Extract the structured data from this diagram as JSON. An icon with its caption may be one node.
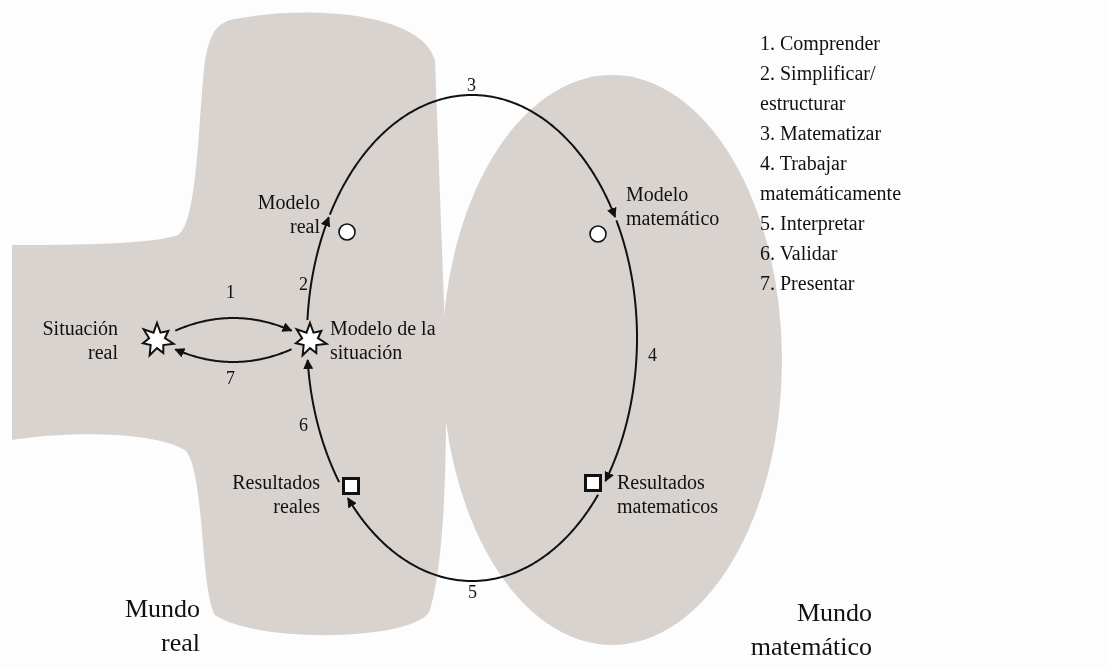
{
  "diagram": {
    "nodes": [
      {
        "text": [
          "Mundo real"
        ]
      },
      {
        "text": [],
        "shape": "star",
        "in": 0,
        "beside": [
          "Situación real"
        ]
      },
      {
        "text": [],
        "shape": "star",
        "in": 0,
        "beside": [
          "Modelo de la situación"
        ]
      },
      {
        "text": [],
        "shape": "circle",
        "in": 0,
        "beside": [
          "Modelo real"
        ]
      },
      {
        "text": [],
        "shape": "box",
        "in": 0,
        "beside": [
          "Resultados reales"
        ]
      },
      {
        "text": [
          "Mundo matemático"
        ]
      },
      {
        "text": [],
        "shape": "circle",
        "in": 5,
        "beside": [
          "Modelo matemático"
        ]
      },
      {
        "text": [],
        "shape": "box",
        "in": 5,
        "beside": [
          "Resultados matematicos"
        ]
      }
    ],
    "edges": [
      {
        "from": 1,
        "to": 2,
        "arrow": "to",
        "label": "1"
      },
      {
        "from": 2,
        "to": 3,
        "arrow": "to",
        "label": "2"
      },
      {
        "from": 3,
        "to": 6,
        "arrow": "to",
        "label": "3"
      },
      {
        "from": 6,
        "to": 7,
        "arrow": "to",
        "label": "4"
      },
      {
        "from": 7,
        "to": 4,
        "arrow": "to",
        "label": "5"
      },
      {
        "from": 4,
        "to": 2,
        "arrow": "to",
        "label": "6"
      },
      {
        "from": 2,
        "to": 1,
        "arrow": "to",
        "label": "7"
      }
    ],
    "labels": [
      "1. Comprender",
      "2. Simplificar/ estructurar",
      "3. Matematizar",
      "4. Trabajar matemáticamente",
      "5. Interpretar",
      "6. Validar",
      "7. Presentar"
    ]
  }
}
